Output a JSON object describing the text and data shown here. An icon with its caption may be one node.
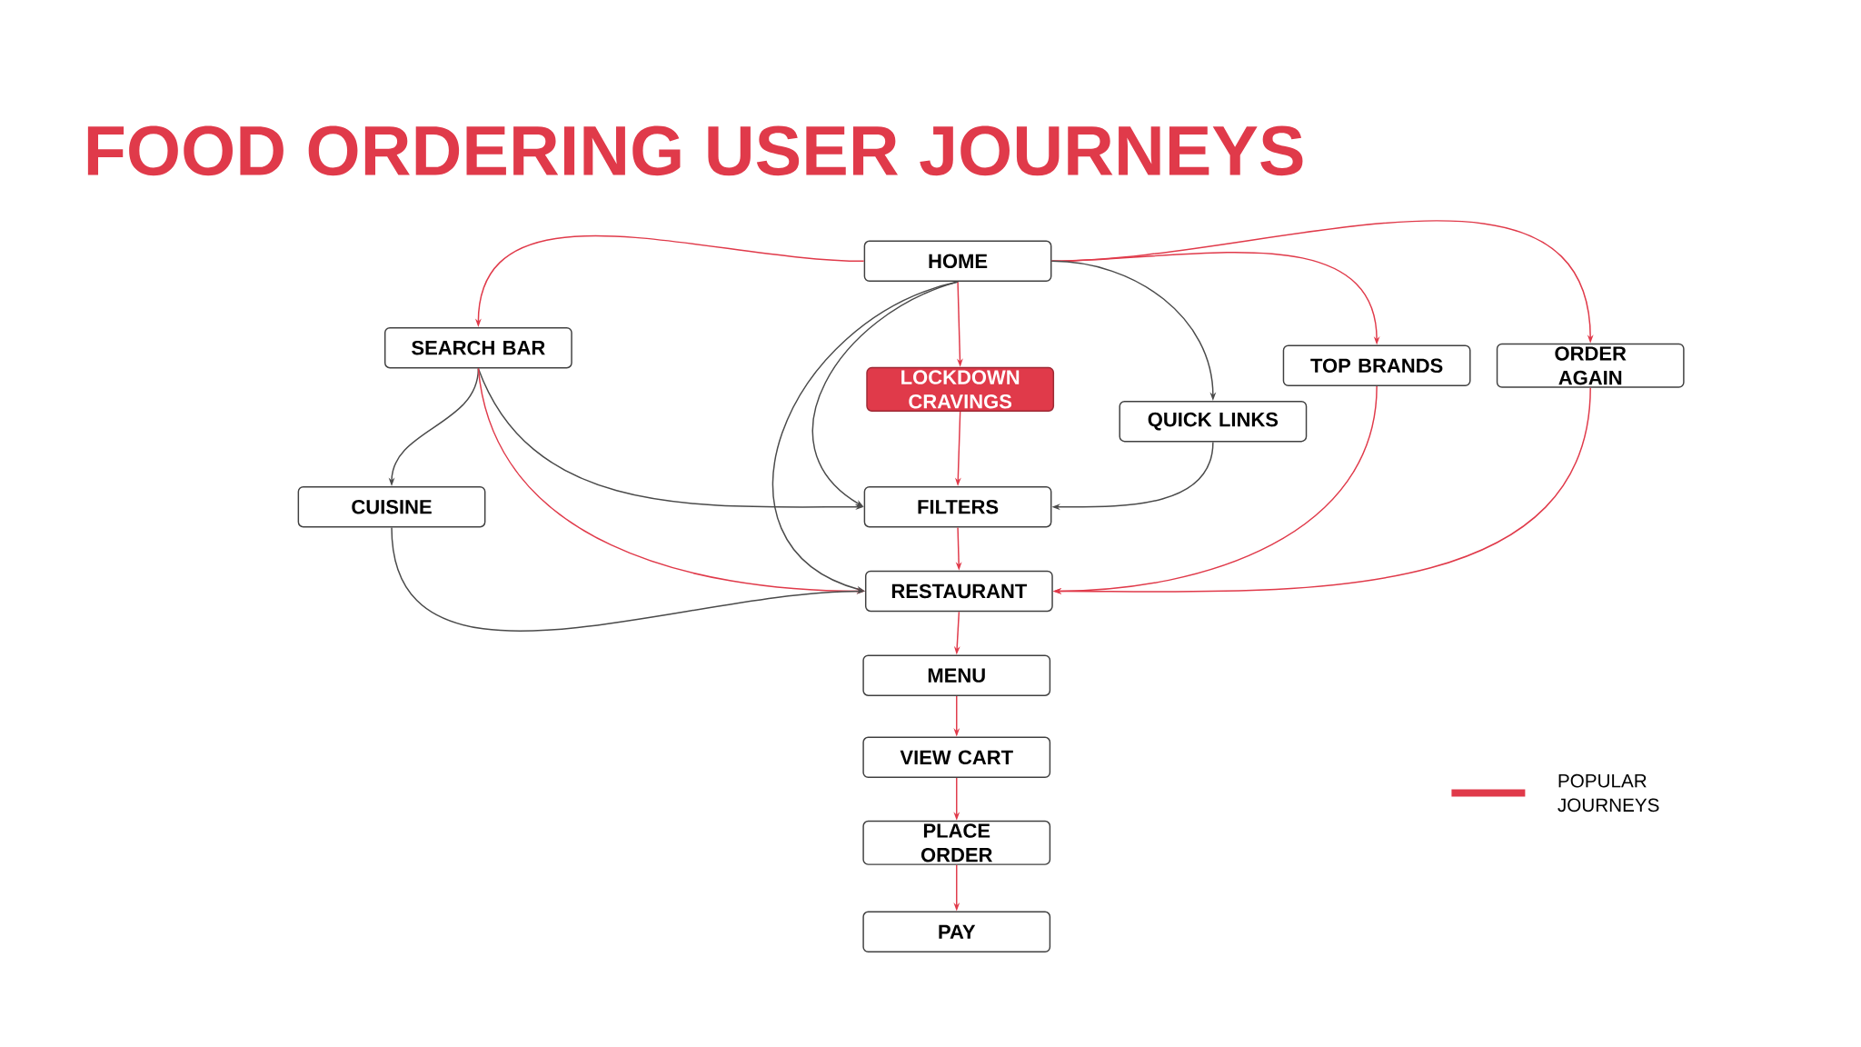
{
  "diagram": {
    "title": "FOOD ORDERING USER JOURNEYS",
    "nodes": [
      {
        "text": [
          "HOME"
        ]
      },
      {
        "text": [
          "SEARCH BAR"
        ]
      },
      {
        "text": [
          "LOCKDOWN CRAVINGS"
        ]
      },
      {
        "text": [
          "TOP BRANDS"
        ]
      },
      {
        "text": [
          "ORDER AGAIN"
        ]
      },
      {
        "text": [
          "QUICK LINKS"
        ]
      },
      {
        "text": [
          "CUISINE"
        ]
      },
      {
        "text": [
          "FILTERS"
        ]
      },
      {
        "text": [
          "RESTAURANT"
        ]
      },
      {
        "text": [
          "MENU"
        ]
      },
      {
        "text": [
          "VIEW CART"
        ]
      },
      {
        "text": [
          "PLACE ORDER"
        ]
      },
      {
        "text": [
          "PAY"
        ]
      }
    ],
    "edges": [
      {
        "from": 0,
        "to": 1,
        "arrow": "to"
      },
      {
        "from": 0,
        "to": 2,
        "arrow": "to"
      },
      {
        "from": 0,
        "to": 3,
        "arrow": "to"
      },
      {
        "from": 0,
        "to": 4,
        "arrow": "to"
      },
      {
        "from": 0,
        "to": 5,
        "arrow": "to",
        "color": "#4a4a4a"
      },
      {
        "from": 0,
        "to": 7,
        "arrow": "to",
        "color": "#4a4a4a"
      },
      {
        "from": 0,
        "to": 8,
        "arrow": "to",
        "color": "#4a4a4a"
      },
      {
        "from": 1,
        "to": 6,
        "arrow": "to",
        "color": "#4a4a4a"
      },
      {
        "from": 1,
        "to": 7,
        "arrow": "to",
        "color": "#4a4a4a"
      },
      {
        "from": 1,
        "to": 8,
        "arrow": "to"
      },
      {
        "from": 2,
        "to": 7,
        "arrow": "to"
      },
      {
        "from": 5,
        "to": 7,
        "arrow": "to",
        "color": "#4a4a4a"
      },
      {
        "from": 6,
        "to": 8,
        "arrow": "to",
        "color": "#4a4a4a"
      },
      {
        "from": 7,
        "to": 8,
        "arrow": "to"
      },
      {
        "from": 3,
        "to": 8,
        "arrow": "to"
      },
      {
        "from": 4,
        "to": 8,
        "arrow": "to"
      },
      {
        "from": 8,
        "to": 9,
        "arrow": "to"
      },
      {
        "from": 9,
        "to": 10,
        "arrow": "to"
      },
      {
        "from": 10,
        "to": 11,
        "arrow": "to"
      },
      {
        "from": 11,
        "to": 12,
        "arrow": "to"
      }
    ],
    "legend": [
      {
        "text": "POPULAR JOURNEYS",
        "color": "#e03a4a"
      }
    ]
  }
}
